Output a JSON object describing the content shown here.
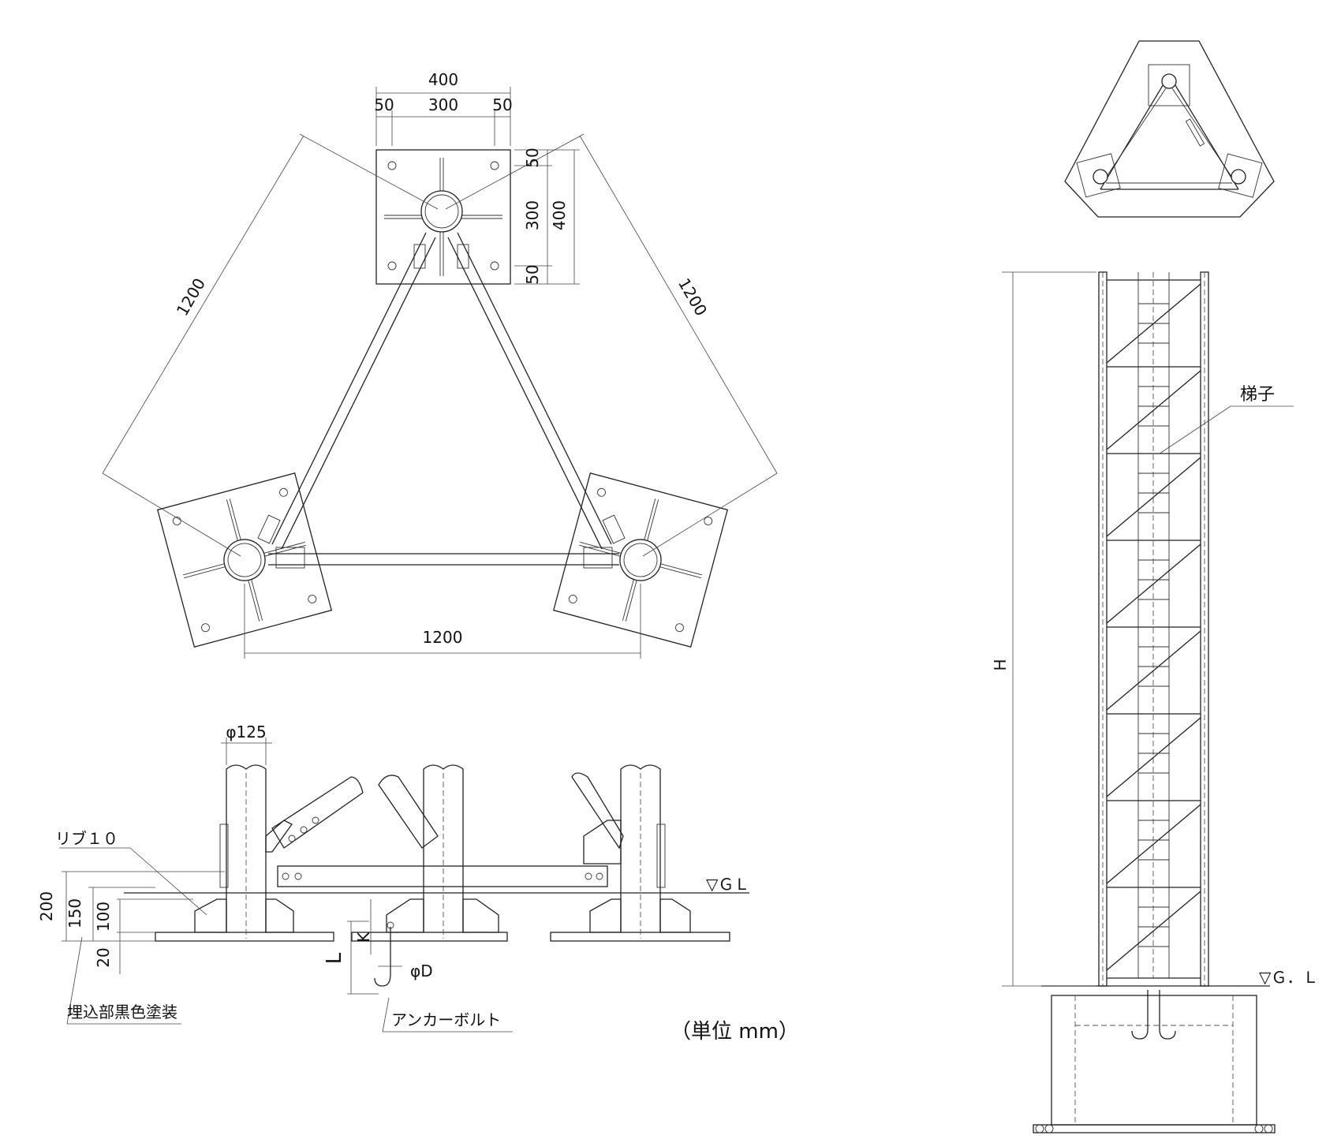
{
  "plan_view": {
    "dim_top_total": "400",
    "dim_top_left": "50",
    "dim_top_mid": "300",
    "dim_top_right": "50",
    "dim_right_top": "50",
    "dim_right_mid": "300",
    "dim_right_bot": "50",
    "dim_right_total": "400",
    "dim_side_left": "1200",
    "dim_side_right": "1200",
    "dim_bottom": "1200"
  },
  "elevation_detail": {
    "pipe_dia": "φ125",
    "rib": "リブ１０",
    "gl": "▽ＧＬ",
    "dim_200": "200",
    "dim_150": "150",
    "dim_100": "100",
    "dim_20": "20",
    "k": "K",
    "l": "L",
    "phi_d": "φD",
    "anchor": "アンカーボルト",
    "buried": "埋込部黒色塗装",
    "unit": "（単位 mm）"
  },
  "tower_view": {
    "ladder": "梯子",
    "h": "H",
    "gl": "▽Ｇ．Ｌ"
  }
}
